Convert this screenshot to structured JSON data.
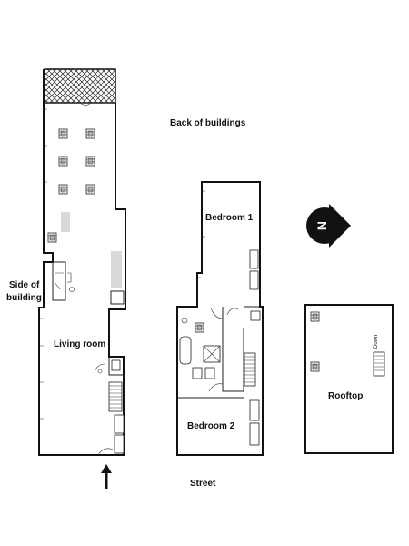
{
  "labels": {
    "back_of_buildings": "Back of buildings",
    "bedroom_1": "Bedroom 1",
    "side_of_building_line1": "Side of",
    "side_of_building_line2": "building",
    "living_room": "Living room",
    "bedroom_2": "Bedroom 2",
    "rooftop": "Rooftop",
    "street": "Street",
    "down": "Down"
  },
  "compass": {
    "north_label": "N"
  },
  "colors": {
    "walls": "#111111",
    "background": "#ffffff",
    "shaded_area": "#d9d9d9"
  },
  "icons": [
    "compass-north-icon",
    "entry-arrow-icon",
    "stairs-icon",
    "toilet-icon",
    "sink-icon",
    "bathtub-icon",
    "shower-icon",
    "table-chair-icon"
  ]
}
